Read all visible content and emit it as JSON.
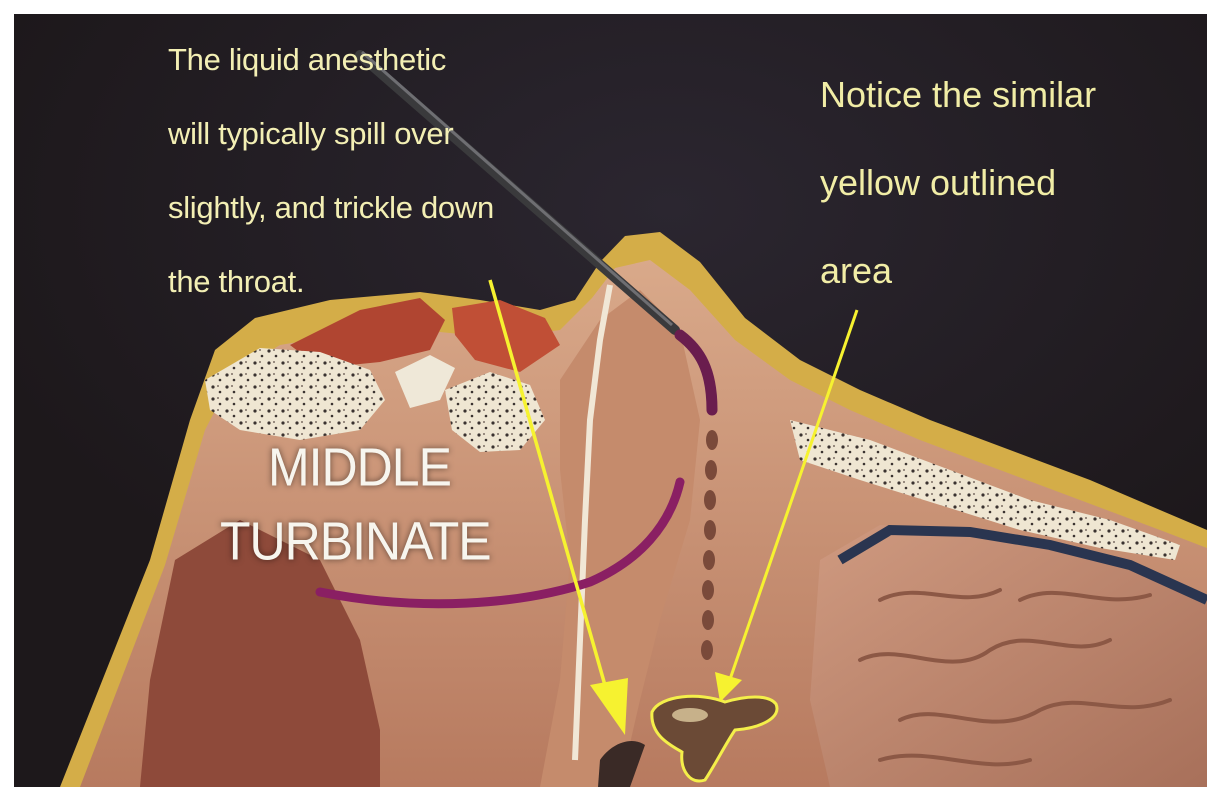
{
  "annotations": {
    "left_note": {
      "lines": [
        "The liquid anesthetic",
        "will typically spill over",
        "slightly, and trickle down",
        "the throat."
      ],
      "color": "#f3efb4"
    },
    "right_note": {
      "lines": [
        "Notice the similar",
        "yellow outlined",
        "area"
      ],
      "color": "#f1eda6"
    },
    "structure_label": {
      "lines": [
        "MIDDLE",
        "TURBINATE"
      ],
      "color": "#f7f5ee"
    }
  },
  "colors": {
    "background": "#221c1f",
    "arrow": "#f6f230",
    "turbinate_outline": "#8a1f63",
    "bone_yellow": "#d7b14a",
    "soft_tissue": "#c99577",
    "instrument": "#3b3b3b"
  }
}
